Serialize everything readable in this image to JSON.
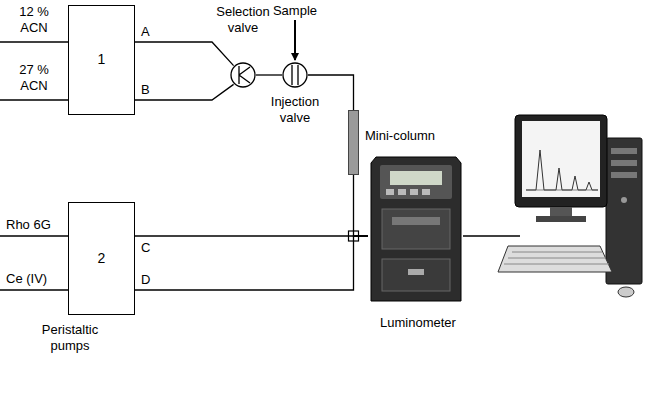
{
  "diagram": {
    "nodes": [
      {
        "text": [
          "1"
        ]
      },
      {
        "text": [
          "2"
        ]
      },
      {
        "text": [
          "Selection valve"
        ]
      },
      {
        "text": [
          "Injection valve"
        ]
      },
      {
        "text": [
          "Mini-column"
        ]
      },
      {
        "text": [
          "Luminometer"
        ]
      }
    ],
    "edges": [
      {
        "from": 0,
        "to": 2,
        "arrow": "none"
      },
      {
        "from": 0,
        "to": 2,
        "arrow": "none"
      },
      {
        "from": 2,
        "to": 3,
        "arrow": "none"
      },
      {
        "from": 3,
        "to": 4,
        "arrow": "none"
      },
      {
        "from": 4,
        "to": 5,
        "arrow": "none"
      },
      {
        "from": 1,
        "to": 5,
        "arrow": "none"
      },
      {
        "from": 1,
        "to": 5,
        "arrow": "none"
      }
    ],
    "labels": [
      "12 % ACN",
      "27 % ACN",
      "A",
      "B",
      "Rho 6G",
      "Ce (IV)",
      "C",
      "D",
      "Peristaltic pumps",
      "Sample"
    ]
  }
}
